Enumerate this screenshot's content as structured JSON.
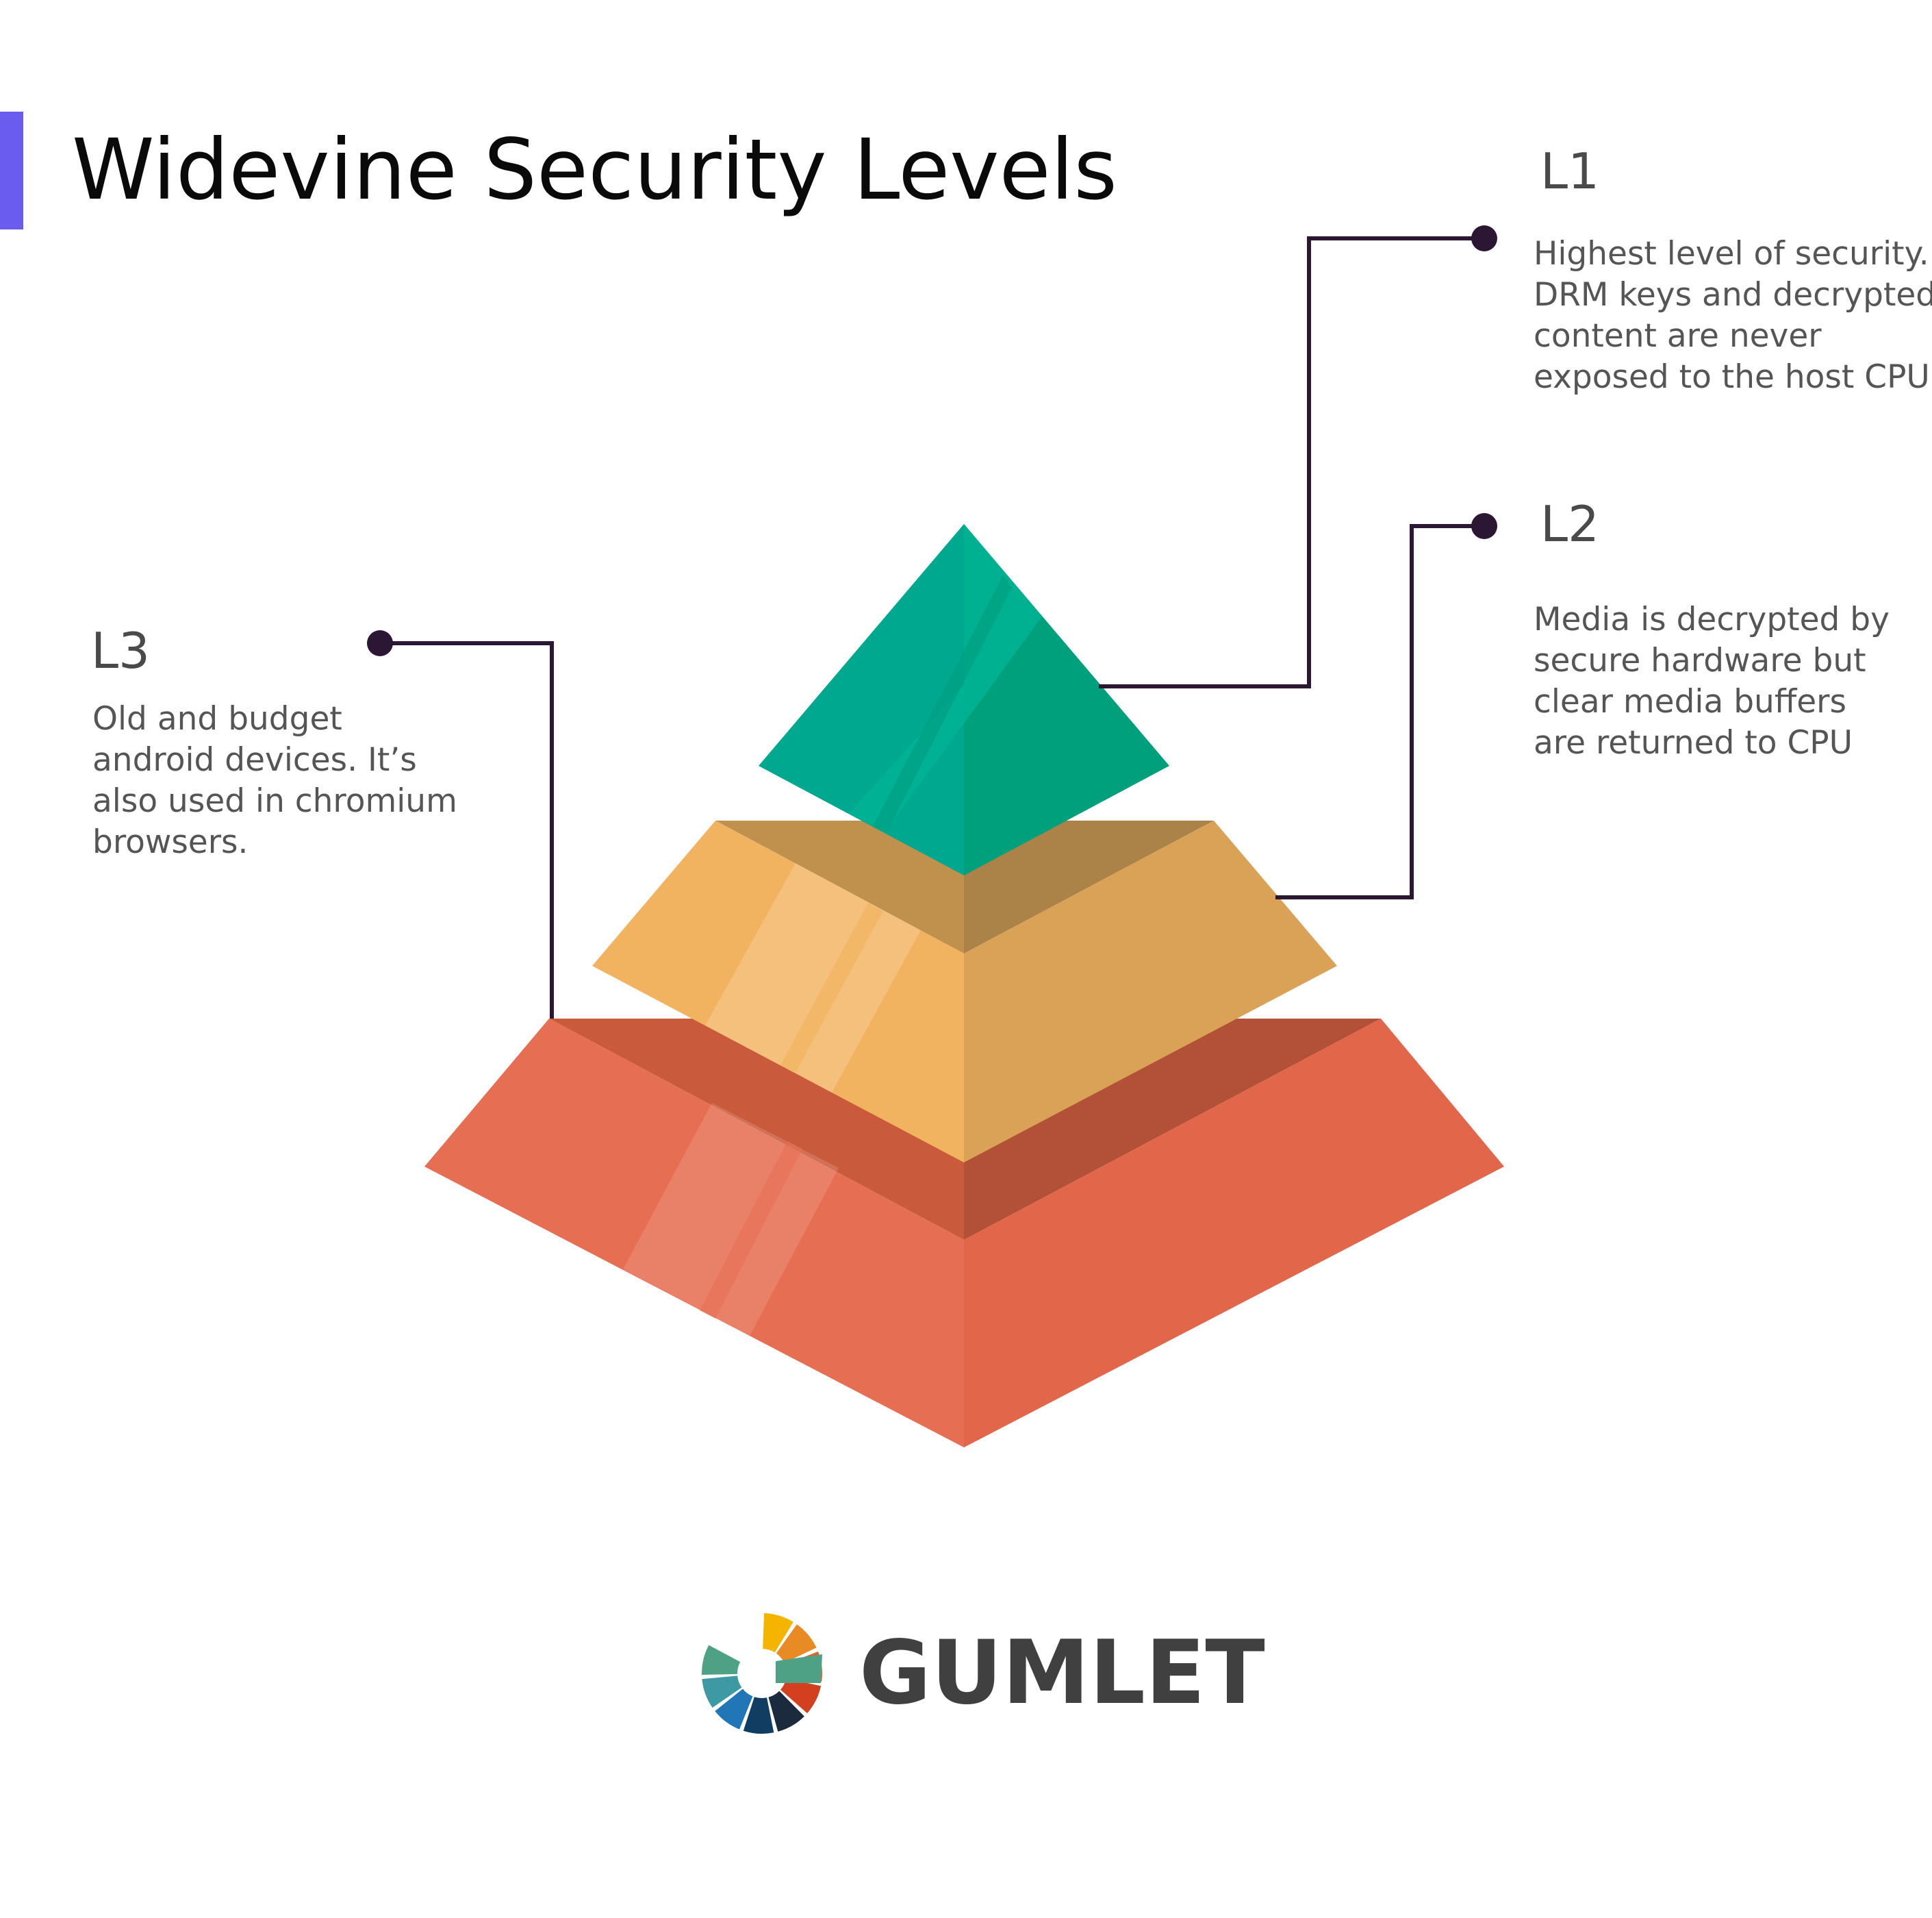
{
  "title": "Widevine Security Levels",
  "colors": {
    "accent_bar": "#6b5cf0",
    "connector": "#2b1733",
    "tier_top_left": "#00a88f",
    "tier_top_right": "#00a07c",
    "tier_middle_left": "#f2b360",
    "tier_middle_right": "#d9a257",
    "tier_middle_band_left": "#c0904d",
    "tier_middle_band_right": "#ab8247",
    "tier_bottom_left": "#e66f53",
    "tier_bottom_right": "#e2664a",
    "tier_bottom_band_left": "#c95b3c",
    "tier_bottom_band_right": "#b25138"
  },
  "levels": {
    "l1": {
      "heading": "L1",
      "lines": [
        "Highest level of security.",
        "DRM keys and decrypted",
        "content are never",
        "exposed to the host CPU"
      ]
    },
    "l2": {
      "heading": "L2",
      "lines": [
        "Media is decrypted by",
        "secure hardware but",
        "clear media buffers",
        "are returned to CPU"
      ]
    },
    "l3": {
      "heading": "L3",
      "lines": [
        "Old and budget",
        "android devices. It’s",
        "also used in chromium",
        "browsers."
      ]
    }
  },
  "brand": {
    "name": "GUMLET",
    "icon": "gumlet-logo-icon",
    "logo_colors": [
      "#f4b400",
      "#e98b24",
      "#e0622a",
      "#d2401f",
      "#1b2a3d",
      "#123d63",
      "#2176b8",
      "#3d9aa4",
      "#4fa186"
    ]
  }
}
